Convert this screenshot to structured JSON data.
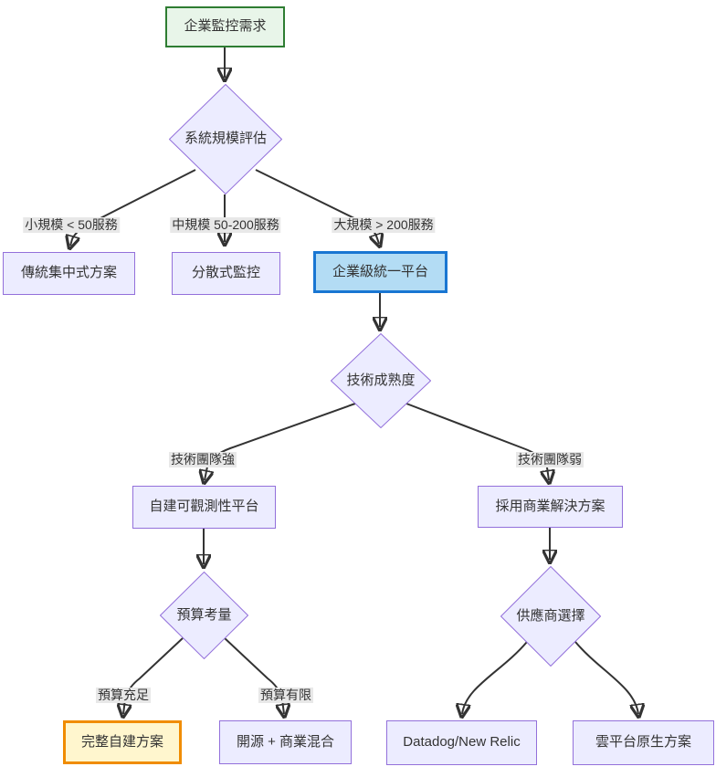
{
  "diagram": {
    "type": "flowchart",
    "direction": "top-down",
    "title": "enterprise-monitoring-decision-flowchart",
    "nodes": {
      "need": {
        "label": "企業監控需求",
        "shape": "rect",
        "style": "start"
      },
      "scale": {
        "label": "系統規模評估",
        "shape": "diamond",
        "style": "default"
      },
      "traditional": {
        "label": "傳統集中式方案",
        "shape": "rect",
        "style": "default"
      },
      "distributed": {
        "label": "分散式監控",
        "shape": "rect",
        "style": "default"
      },
      "unified": {
        "label": "企業級統一平台",
        "shape": "rect",
        "style": "highlight"
      },
      "maturity": {
        "label": "技術成熟度",
        "shape": "diamond",
        "style": "default"
      },
      "selfbuild": {
        "label": "自建可觀測性平台",
        "shape": "rect",
        "style": "default"
      },
      "commercial": {
        "label": "採用商業解決方案",
        "shape": "rect",
        "style": "default"
      },
      "budget": {
        "label": "預算考量",
        "shape": "diamond",
        "style": "default"
      },
      "vendor": {
        "label": "供應商選擇",
        "shape": "diamond",
        "style": "default"
      },
      "fullbuild": {
        "label": "完整自建方案",
        "shape": "rect",
        "style": "result"
      },
      "hybrid": {
        "label": "開源 + 商業混合",
        "shape": "rect",
        "style": "default"
      },
      "saas": {
        "label": "Datadog/New Relic",
        "shape": "rect",
        "style": "default"
      },
      "cloud": {
        "label": "雲平台原生方案",
        "shape": "rect",
        "style": "default"
      }
    },
    "edges": [
      {
        "from": "need",
        "to": "scale",
        "label": ""
      },
      {
        "from": "scale",
        "to": "traditional",
        "label": "小規模 < 50服務"
      },
      {
        "from": "scale",
        "to": "distributed",
        "label": "中規模 50-200服務"
      },
      {
        "from": "scale",
        "to": "unified",
        "label": "大規模 > 200服務"
      },
      {
        "from": "unified",
        "to": "maturity",
        "label": ""
      },
      {
        "from": "maturity",
        "to": "selfbuild",
        "label": "技術團隊強"
      },
      {
        "from": "maturity",
        "to": "commercial",
        "label": "技術團隊弱"
      },
      {
        "from": "selfbuild",
        "to": "budget",
        "label": ""
      },
      {
        "from": "commercial",
        "to": "vendor",
        "label": ""
      },
      {
        "from": "budget",
        "to": "fullbuild",
        "label": "預算充足"
      },
      {
        "from": "budget",
        "to": "hybrid",
        "label": "預算有限"
      },
      {
        "from": "vendor",
        "to": "saas",
        "label": ""
      },
      {
        "from": "vendor",
        "to": "cloud",
        "label": ""
      }
    ],
    "colors": {
      "node_fill": "#ECECFF",
      "node_border": "#9370DB",
      "start_fill": "#E8F5E9",
      "start_border": "#2E7D32",
      "highlight_fill": "#B3DCF4",
      "highlight_border": "#1976D2",
      "result_fill": "#FFF6CE",
      "result_border": "#F08C00",
      "edge_line": "#333333",
      "edge_label_bg": "#E8E8E8",
      "text": "#333333",
      "background": "#FFFFFF"
    }
  }
}
